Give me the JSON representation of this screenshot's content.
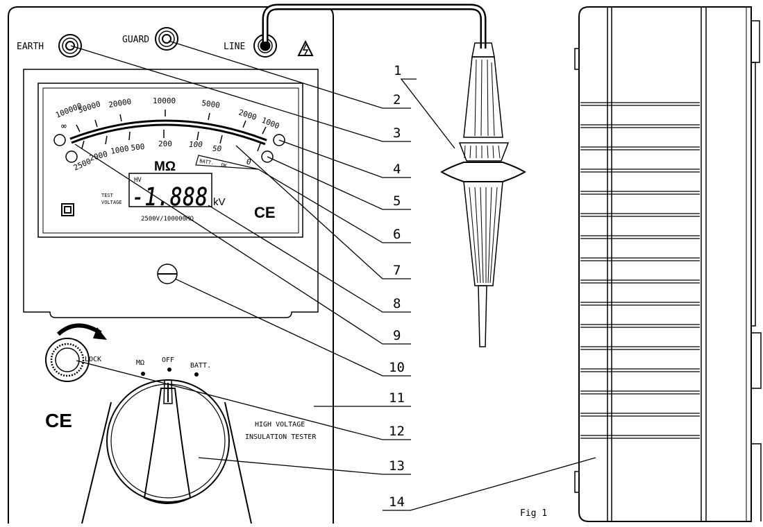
{
  "terminals": {
    "earth": "EARTH",
    "guard": "GUARD",
    "line": "LINE"
  },
  "scale": {
    "upper": [
      "100000",
      "50000",
      "20000",
      "10000",
      "5000",
      "2000",
      "1000"
    ],
    "lower": [
      "2500",
      "2000",
      "1000",
      "500",
      "200",
      "100",
      "50",
      "0"
    ],
    "infinity": "∞",
    "unit": "MΩ",
    "batt_label": "BATT.",
    "ok_label": "OK"
  },
  "display": {
    "hv": "HV",
    "digits": "-1.888",
    "unit": "kV",
    "test_voltage": [
      "TEST",
      "VOLTAGE"
    ],
    "range": "2500V/100000MΩ"
  },
  "switch": {
    "lock": "LOCK",
    "mohm": "MΩ",
    "off": "OFF",
    "batt": "BATT."
  },
  "marks": {
    "ce": "CE"
  },
  "product_name": [
    "HIGH VOLTAGE",
    "INSULATION TESTER"
  ],
  "callouts": [
    "1",
    "2",
    "3",
    "4",
    "5",
    "6",
    "7",
    "8",
    "9",
    "10",
    "11",
    "12",
    "13",
    "14"
  ],
  "figure_label": "Fig 1"
}
